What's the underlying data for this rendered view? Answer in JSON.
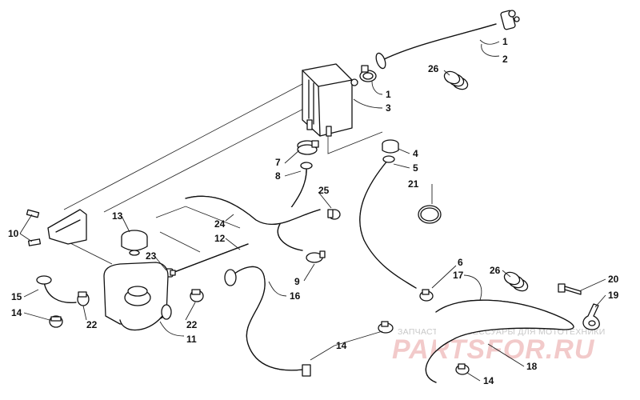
{
  "callouts": {
    "c1a": "1",
    "c2": "2",
    "c26a": "26",
    "c1b": "1",
    "c3": "3",
    "c4": "4",
    "c5": "5",
    "c7": "7",
    "c8": "8",
    "c25": "25",
    "c21": "21",
    "c13": "13",
    "c24": "24",
    "c12": "12",
    "c10": "10",
    "c23": "23",
    "c6": "6",
    "c17": "17",
    "c26b": "26",
    "c20": "20",
    "c19": "19",
    "c9": "9",
    "c16": "16",
    "c15": "15",
    "c14a": "14",
    "c22a": "22",
    "c22b": "22",
    "c11": "11",
    "c14b": "14",
    "c18": "18",
    "c14c": "14"
  },
  "watermark": {
    "logo": "PARTSFOR.RU",
    "tagline": "ЗАПЧАСТИ И АКСЕССУАРЫ ДЛЯ МОТОТЕХНИКИ"
  }
}
